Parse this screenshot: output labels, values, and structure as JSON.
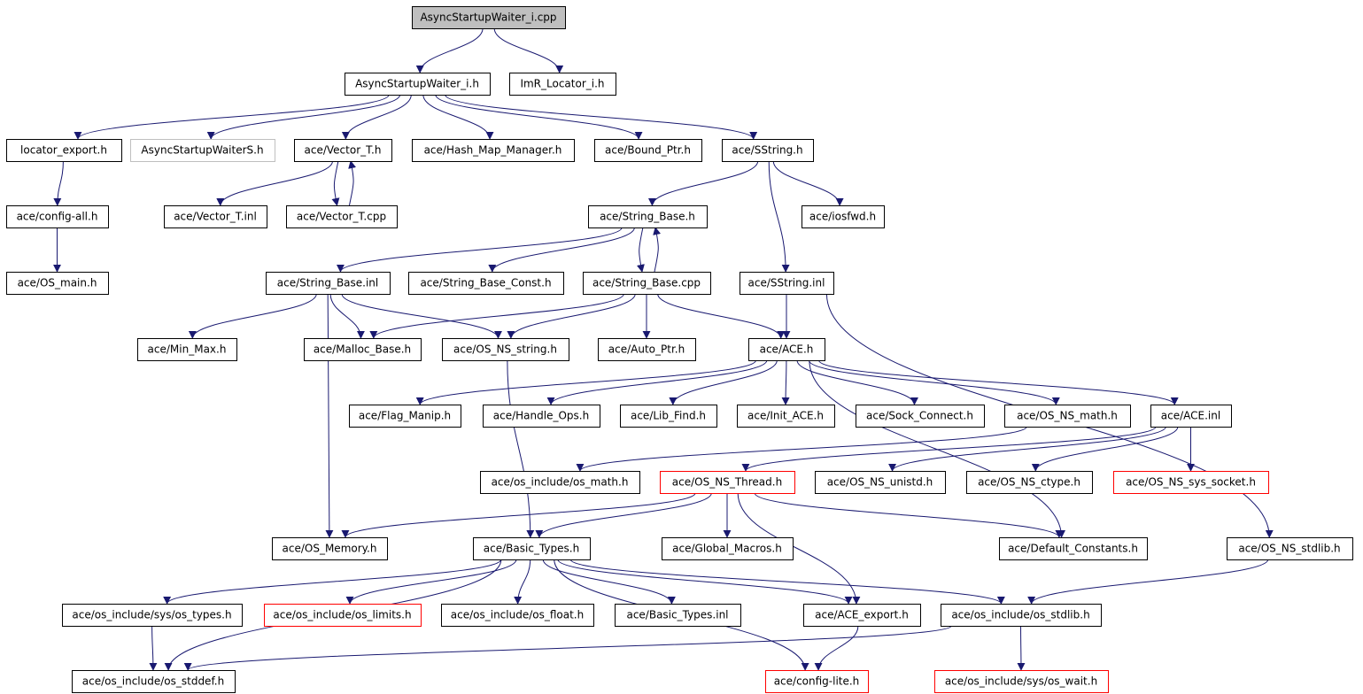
{
  "colors": {
    "edge": "#191970",
    "border_normal": "#000000",
    "border_truncated": "#ff0000",
    "border_undocumented": "#bfbfbf",
    "fill_root": "#bfbfbf",
    "fill_node": "#ffffff"
  },
  "nodes": {
    "async_waiter_cpp": {
      "label": "AsyncStartupWaiter_i.cpp",
      "style": "root"
    },
    "async_waiter_h": {
      "label": "AsyncStartupWaiter_i.h",
      "style": "normal"
    },
    "imr_locator_h": {
      "label": "ImR_Locator_i.h",
      "style": "normal"
    },
    "locator_export_h": {
      "label": "locator_export.h",
      "style": "normal"
    },
    "async_waiter_s_h": {
      "label": "AsyncStartupWaiterS.h",
      "style": "undocumented"
    },
    "vector_t_h": {
      "label": "ace/Vector_T.h",
      "style": "normal"
    },
    "hash_map_manager_h": {
      "label": "ace/Hash_Map_Manager.h",
      "style": "normal"
    },
    "bound_ptr_h": {
      "label": "ace/Bound_Ptr.h",
      "style": "normal"
    },
    "sstring_h": {
      "label": "ace/SString.h",
      "style": "normal"
    },
    "config_all_h": {
      "label": "ace/config-all.h",
      "style": "normal"
    },
    "vector_t_inl": {
      "label": "ace/Vector_T.inl",
      "style": "normal"
    },
    "vector_t_cpp": {
      "label": "ace/Vector_T.cpp",
      "style": "normal"
    },
    "string_base_h": {
      "label": "ace/String_Base.h",
      "style": "normal"
    },
    "iosfwd_h": {
      "label": "ace/iosfwd.h",
      "style": "normal"
    },
    "os_main_h": {
      "label": "ace/OS_main.h",
      "style": "normal"
    },
    "string_base_inl": {
      "label": "ace/String_Base.inl",
      "style": "normal"
    },
    "string_base_const_h": {
      "label": "ace/String_Base_Const.h",
      "style": "normal"
    },
    "string_base_cpp": {
      "label": "ace/String_Base.cpp",
      "style": "normal"
    },
    "sstring_inl": {
      "label": "ace/SString.inl",
      "style": "normal"
    },
    "min_max_h": {
      "label": "ace/Min_Max.h",
      "style": "normal"
    },
    "malloc_base_h": {
      "label": "ace/Malloc_Base.h",
      "style": "normal"
    },
    "os_ns_string_h": {
      "label": "ace/OS_NS_string.h",
      "style": "normal"
    },
    "auto_ptr_h": {
      "label": "ace/Auto_Ptr.h",
      "style": "normal"
    },
    "ace_h": {
      "label": "ace/ACE.h",
      "style": "normal"
    },
    "flag_manip_h": {
      "label": "ace/Flag_Manip.h",
      "style": "normal"
    },
    "handle_ops_h": {
      "label": "ace/Handle_Ops.h",
      "style": "normal"
    },
    "lib_find_h": {
      "label": "ace/Lib_Find.h",
      "style": "normal"
    },
    "init_ace_h": {
      "label": "ace/Init_ACE.h",
      "style": "normal"
    },
    "sock_connect_h": {
      "label": "ace/Sock_Connect.h",
      "style": "normal"
    },
    "os_ns_math_h": {
      "label": "ace/OS_NS_math.h",
      "style": "normal"
    },
    "ace_inl": {
      "label": "ace/ACE.inl",
      "style": "normal"
    },
    "os_math_h": {
      "label": "ace/os_include/os_math.h",
      "style": "normal"
    },
    "os_ns_thread_h": {
      "label": "ace/OS_NS_Thread.h",
      "style": "truncated"
    },
    "os_ns_unistd_h": {
      "label": "ace/OS_NS_unistd.h",
      "style": "normal"
    },
    "os_ns_ctype_h": {
      "label": "ace/OS_NS_ctype.h",
      "style": "normal"
    },
    "os_ns_sys_socket_h": {
      "label": "ace/OS_NS_sys_socket.h",
      "style": "truncated"
    },
    "os_memory_h": {
      "label": "ace/OS_Memory.h",
      "style": "normal"
    },
    "basic_types_h": {
      "label": "ace/Basic_Types.h",
      "style": "normal"
    },
    "global_macros_h": {
      "label": "ace/Global_Macros.h",
      "style": "normal"
    },
    "default_constants_h": {
      "label": "ace/Default_Constants.h",
      "style": "normal"
    },
    "os_ns_stdlib_h": {
      "label": "ace/OS_NS_stdlib.h",
      "style": "normal"
    },
    "os_types_h": {
      "label": "ace/os_include/sys/os_types.h",
      "style": "normal"
    },
    "os_limits_h": {
      "label": "ace/os_include/os_limits.h",
      "style": "truncated"
    },
    "os_float_h": {
      "label": "ace/os_include/os_float.h",
      "style": "normal"
    },
    "basic_types_inl": {
      "label": "ace/Basic_Types.inl",
      "style": "normal"
    },
    "ace_export_h": {
      "label": "ace/ACE_export.h",
      "style": "normal"
    },
    "os_stdlib_h": {
      "label": "ace/os_include/os_stdlib.h",
      "style": "normal"
    },
    "os_stddef_h": {
      "label": "ace/os_include/os_stddef.h",
      "style": "normal"
    },
    "config_lite_h": {
      "label": "ace/config-lite.h",
      "style": "truncated"
    },
    "os_wait_h": {
      "label": "ace/os_include/sys/os_wait.h",
      "style": "truncated"
    }
  },
  "edges": [
    [
      "async_waiter_cpp",
      "async_waiter_h"
    ],
    [
      "async_waiter_cpp",
      "imr_locator_h"
    ],
    [
      "async_waiter_h",
      "locator_export_h"
    ],
    [
      "async_waiter_h",
      "async_waiter_s_h"
    ],
    [
      "async_waiter_h",
      "vector_t_h"
    ],
    [
      "async_waiter_h",
      "hash_map_manager_h"
    ],
    [
      "async_waiter_h",
      "bound_ptr_h"
    ],
    [
      "async_waiter_h",
      "sstring_h"
    ],
    [
      "locator_export_h",
      "config_all_h"
    ],
    [
      "config_all_h",
      "os_main_h"
    ],
    [
      "vector_t_h",
      "vector_t_inl"
    ],
    [
      "vector_t_h",
      "vector_t_cpp"
    ],
    [
      "vector_t_cpp",
      "vector_t_h"
    ],
    [
      "sstring_h",
      "string_base_h"
    ],
    [
      "sstring_h",
      "iosfwd_h"
    ],
    [
      "sstring_h",
      "sstring_inl"
    ],
    [
      "string_base_h",
      "string_base_inl"
    ],
    [
      "string_base_h",
      "string_base_const_h"
    ],
    [
      "string_base_h",
      "string_base_cpp"
    ],
    [
      "string_base_cpp",
      "string_base_h"
    ],
    [
      "string_base_inl",
      "min_max_h"
    ],
    [
      "string_base_inl",
      "malloc_base_h"
    ],
    [
      "string_base_inl",
      "os_ns_string_h"
    ],
    [
      "string_base_inl",
      "os_memory_h"
    ],
    [
      "string_base_cpp",
      "malloc_base_h"
    ],
    [
      "string_base_cpp",
      "os_ns_string_h"
    ],
    [
      "string_base_cpp",
      "auto_ptr_h"
    ],
    [
      "string_base_cpp",
      "ace_h"
    ],
    [
      "sstring_inl",
      "ace_h"
    ],
    [
      "sstring_inl",
      "os_ns_stdlib_h"
    ],
    [
      "os_ns_string_h",
      "basic_types_h"
    ],
    [
      "ace_h",
      "flag_manip_h"
    ],
    [
      "ace_h",
      "handle_ops_h"
    ],
    [
      "ace_h",
      "lib_find_h"
    ],
    [
      "ace_h",
      "init_ace_h"
    ],
    [
      "ace_h",
      "sock_connect_h"
    ],
    [
      "ace_h",
      "os_ns_math_h"
    ],
    [
      "ace_h",
      "ace_inl"
    ],
    [
      "ace_h",
      "default_constants_h"
    ],
    [
      "os_ns_math_h",
      "os_math_h"
    ],
    [
      "ace_inl",
      "os_ns_thread_h"
    ],
    [
      "ace_inl",
      "os_ns_unistd_h"
    ],
    [
      "ace_inl",
      "os_ns_ctype_h"
    ],
    [
      "ace_inl",
      "os_ns_sys_socket_h"
    ],
    [
      "os_ns_thread_h",
      "os_memory_h"
    ],
    [
      "os_ns_thread_h",
      "basic_types_h"
    ],
    [
      "os_ns_thread_h",
      "global_macros_h"
    ],
    [
      "os_ns_thread_h",
      "default_constants_h"
    ],
    [
      "os_ns_thread_h",
      "ace_export_h"
    ],
    [
      "basic_types_h",
      "os_types_h"
    ],
    [
      "basic_types_h",
      "os_limits_h"
    ],
    [
      "basic_types_h",
      "os_float_h"
    ],
    [
      "basic_types_h",
      "basic_types_inl"
    ],
    [
      "basic_types_h",
      "ace_export_h"
    ],
    [
      "basic_types_h",
      "os_stdlib_h"
    ],
    [
      "basic_types_h",
      "os_stddef_h"
    ],
    [
      "basic_types_h",
      "config_lite_h"
    ],
    [
      "os_ns_stdlib_h",
      "os_stdlib_h"
    ],
    [
      "os_types_h",
      "os_stddef_h"
    ],
    [
      "ace_export_h",
      "config_lite_h"
    ],
    [
      "os_stdlib_h",
      "os_stddef_h"
    ],
    [
      "os_stdlib_h",
      "os_wait_h"
    ]
  ]
}
